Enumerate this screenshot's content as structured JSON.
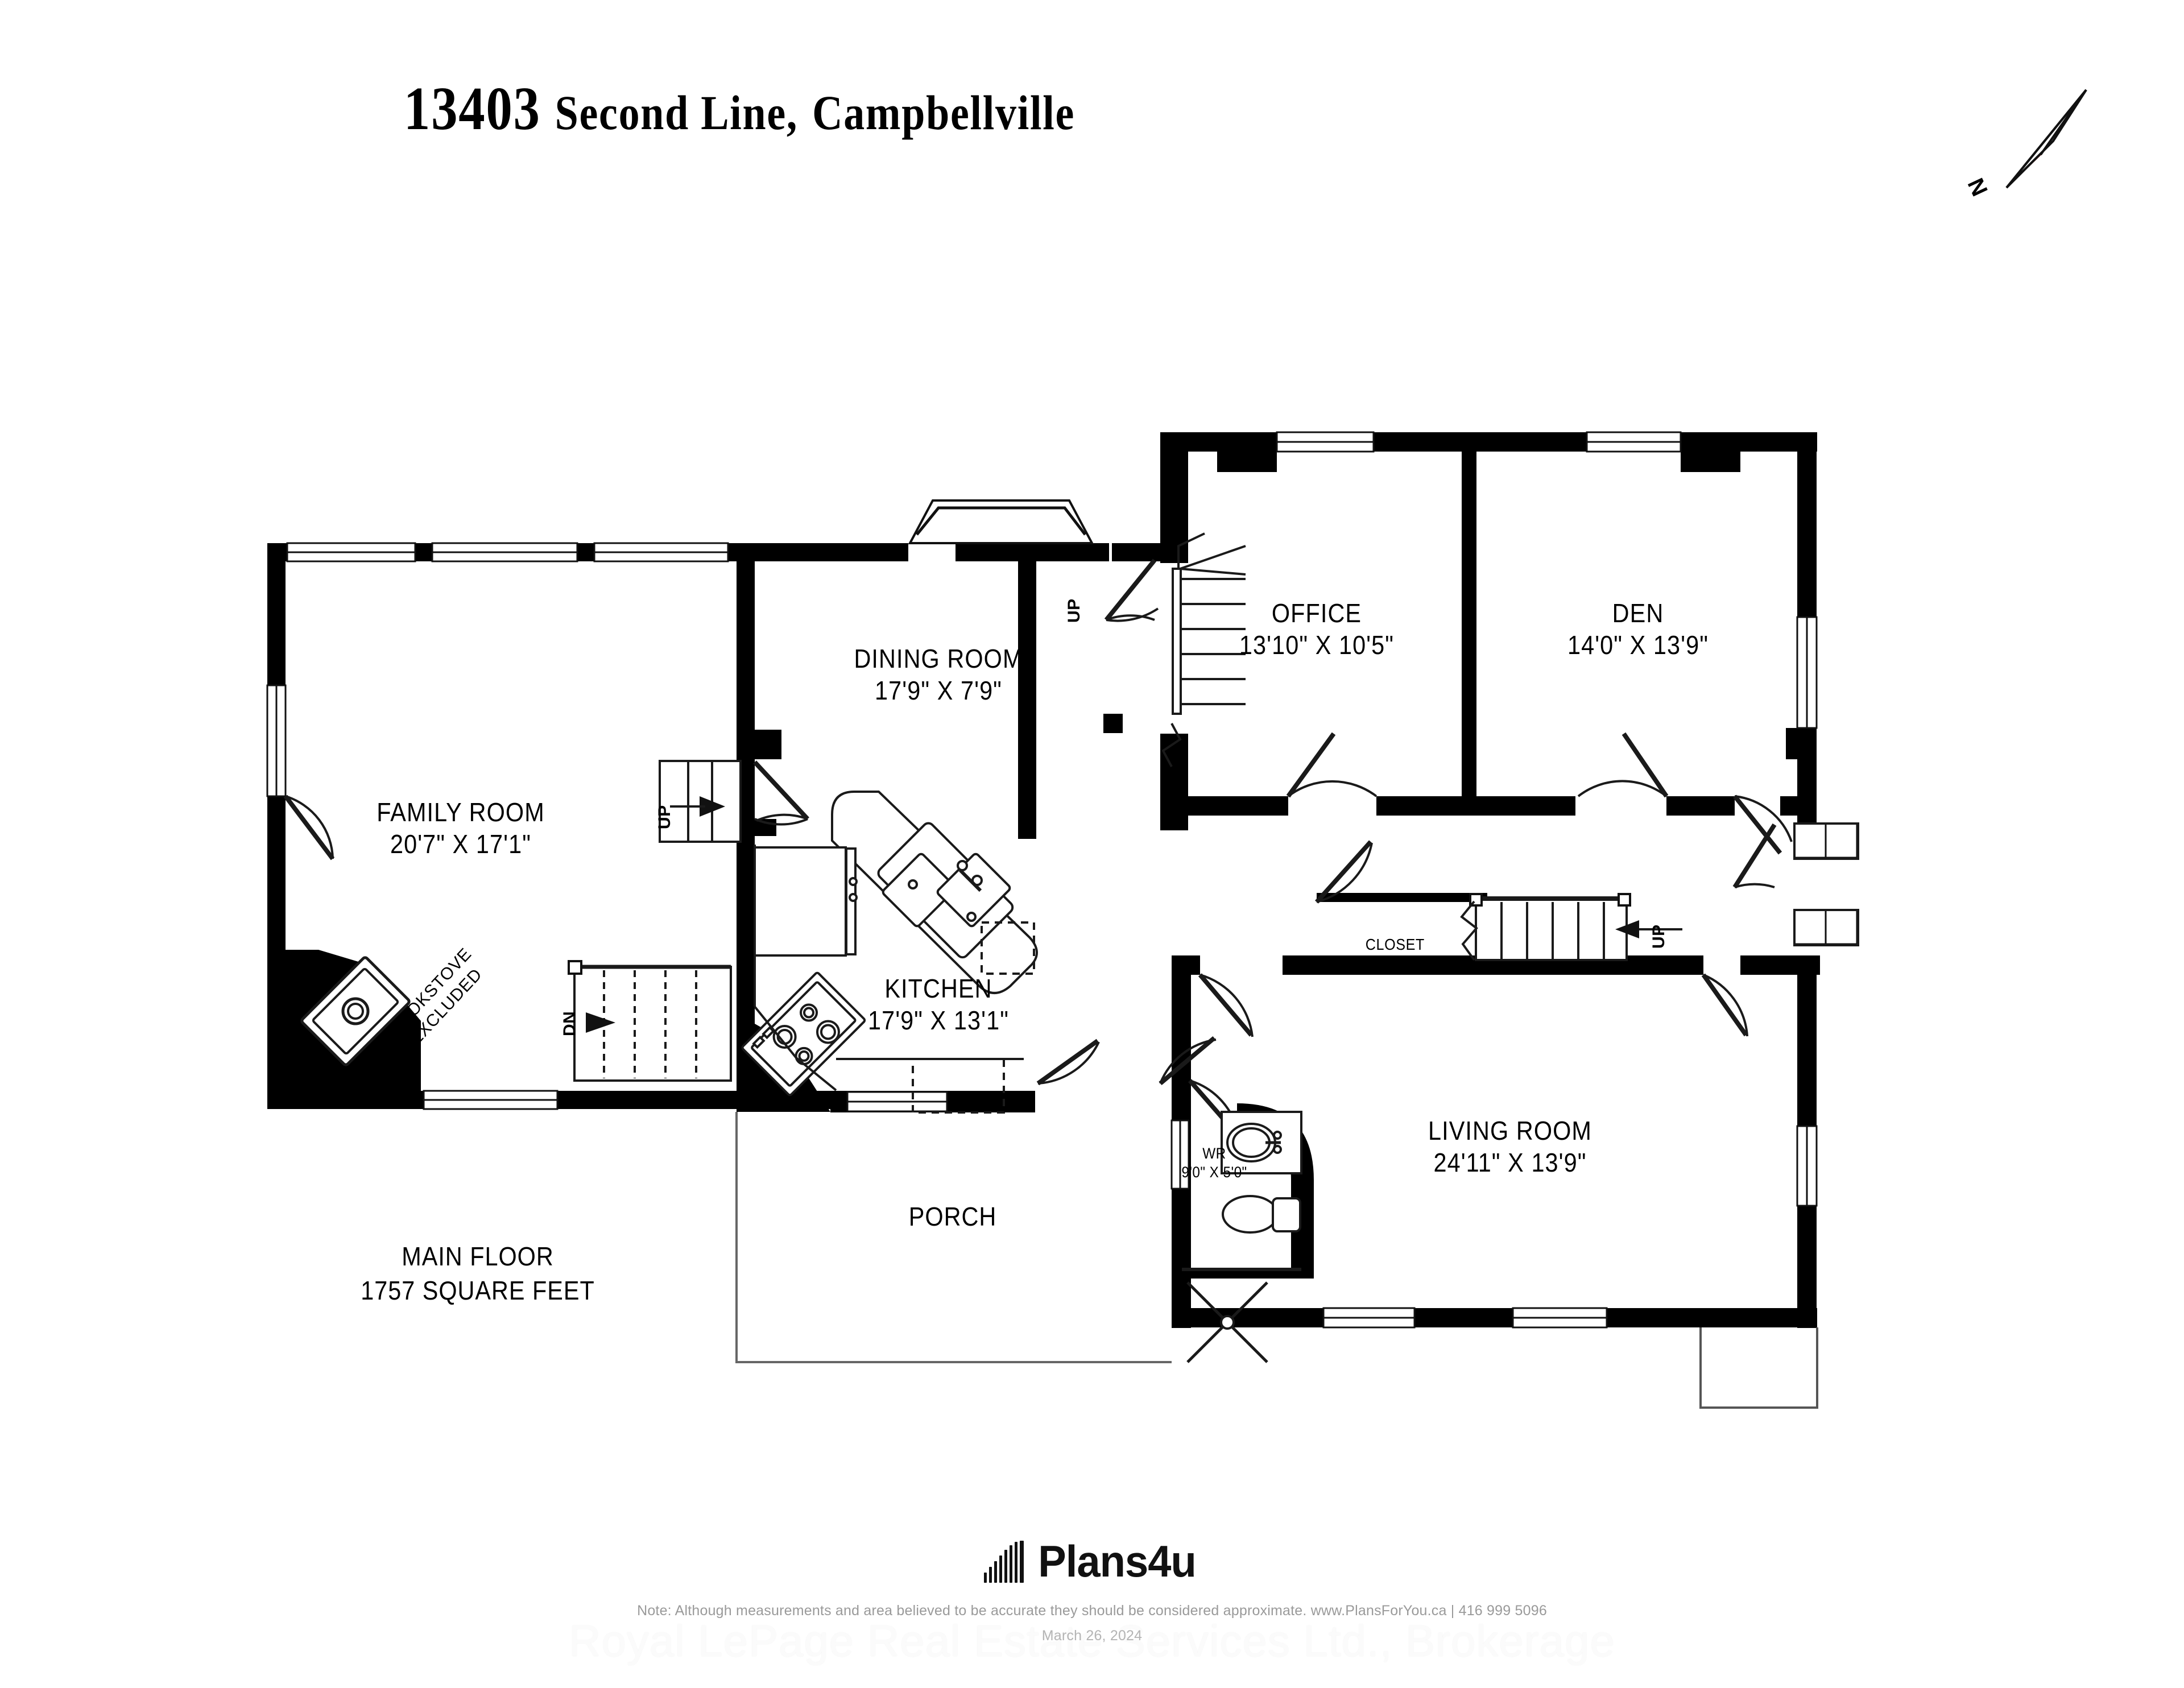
{
  "title": {
    "address_number": "13403",
    "street": "Second Line,",
    "city": "Campbellville",
    "full": "13403 Second Line, Campbellville"
  },
  "compass": {
    "label": "N",
    "needle_color": "#8c1616",
    "outline_color": "#111111"
  },
  "plan": {
    "floor_label": "MAIN FLOOR",
    "area_label": "1757 SQUARE FEET",
    "porch_label": "PORCH",
    "cookstove_note_line1": "COOKSTOVE",
    "cookstove_note_line2": "EXCLUDED",
    "closet_label": "CLOSET",
    "stair_up_1": "UP",
    "stair_up_2": "UP",
    "stair_up_3": "UP",
    "stair_dn_1": "DN",
    "wall_color": "#000000",
    "line_color": "#1a1a1a"
  },
  "rooms": [
    {
      "id": "family-room",
      "name": "FAMILY ROOM",
      "dimensions": "20'7\" X 17'1\""
    },
    {
      "id": "dining-room",
      "name": "DINING ROOM",
      "dimensions": "17'9\" X 7'9\""
    },
    {
      "id": "kitchen",
      "name": "KITCHEN",
      "dimensions": "17'9\" X 13'1\""
    },
    {
      "id": "office",
      "name": "OFFICE",
      "dimensions": "13'10\" X 10'5\""
    },
    {
      "id": "den",
      "name": "DEN",
      "dimensions": "14'0\" X 13'9\""
    },
    {
      "id": "living-room",
      "name": "LIVING ROOM",
      "dimensions": "24'11\" X 13'9\""
    },
    {
      "id": "washroom",
      "name": "WR",
      "dimensions": "9'0\" X 5'0\""
    }
  ],
  "footer": {
    "logo_text": "Plans4u",
    "disclaimer": "Note: Although measurements and area believed to be accurate they should be considered approximate.  www.PlansForYou.ca | 416 999 5096",
    "date": "March 26, 2024",
    "brokerage_watermark": "Royal LePage Real Estate Services Ltd., Brokerage"
  }
}
